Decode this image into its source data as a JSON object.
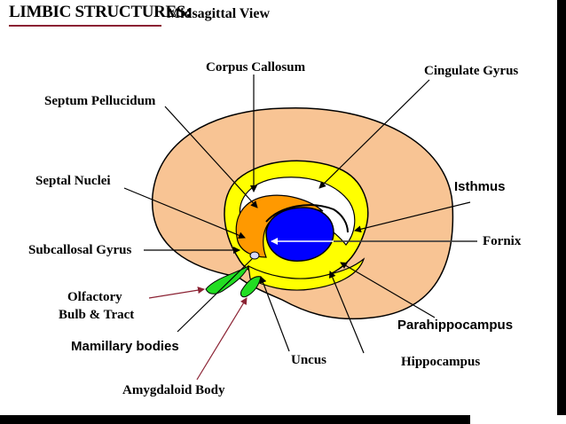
{
  "title": {
    "main": "LIMBIC STRUCTURES:",
    "sub": "Midsagittal View"
  },
  "colors": {
    "cortex": "#f8c494",
    "limbic_ring": "#ffff00",
    "corpus_callosum": "#ff9900",
    "thalamus": "#0000ff",
    "olfactory": "#22dd22",
    "underline": "#8b2233"
  },
  "labels": {
    "corpus_callosum": "Corpus Callosum",
    "cingulate_gyrus": "Cingulate Gyrus",
    "septum_pellucidum": "Septum Pellucidum",
    "septal_nuclei": "Septal Nuclei",
    "subcallosal_gyrus": "Subcallosal Gyrus",
    "olfactory_line1": "Olfactory",
    "olfactory_line2": "Bulb & Tract",
    "amygdaloid_body": "Amygdaloid Body",
    "uncus": "Uncus",
    "hippocampus": "Hippocampus",
    "fornix": "Fornix",
    "isthmus": "Isthmus",
    "parahippocampus": "Parahippocampus",
    "mamillary_bodies": "Mamillary bodies"
  }
}
